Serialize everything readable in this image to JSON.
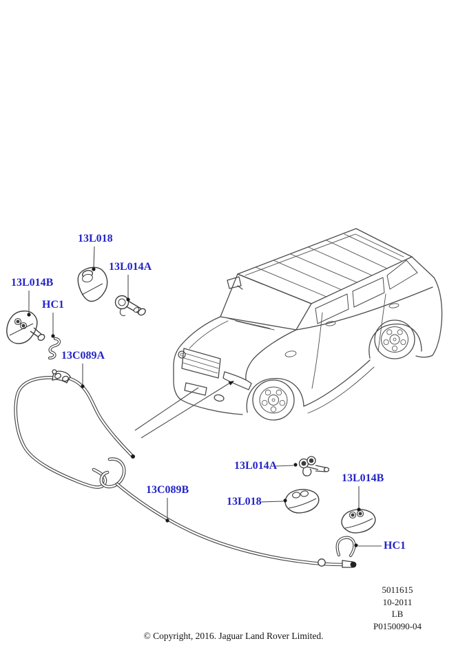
{
  "colors": {
    "label_blue": "#2424C8",
    "line_art": "#4a4a4a",
    "text_black": "#141414"
  },
  "callouts": {
    "top_13L018": "13L018",
    "top_13L014A": "13L014A",
    "top_13L014B": "13L014B",
    "top_HC1": "HC1",
    "hose_front": "13C089A",
    "hose_rear": "13C089B",
    "bottom_13L014A": "13L014A",
    "bottom_13L018": "13L018",
    "bottom_13L014B": "13L014B",
    "bottom_HC1": "HC1"
  },
  "reference_block": {
    "lines": [
      "5011615",
      "10-2011",
      "LB",
      "P0150090-04"
    ]
  },
  "footer": {
    "copyright": "© Copyright, 2016. Jaguar Land Rover Limited."
  }
}
